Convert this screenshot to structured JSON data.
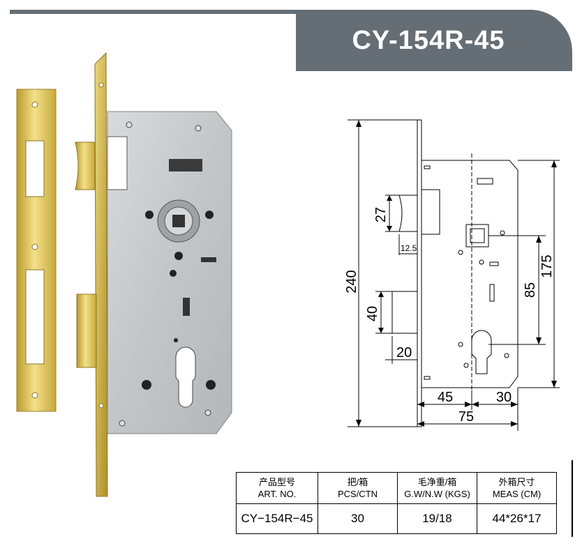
{
  "title": "CY-154R-45",
  "dimensions": {
    "overall_height": "240",
    "latch_height": "27",
    "latch_throw": "12.5",
    "deadbolt_height": "40",
    "deadbolt_throw": "20",
    "center_distance": "85",
    "case_height": "175",
    "backset": "45",
    "front_to_cylinder": "30",
    "case_depth": "75"
  },
  "spec_table": {
    "headers": [
      {
        "cn": "产品型号",
        "en": "ART. NO."
      },
      {
        "cn": "把/箱",
        "en": "PCS/CTN"
      },
      {
        "cn": "毛净重/箱",
        "en": "G.W/N.W (KGS)"
      },
      {
        "cn": "外箱尺寸",
        "en": "MEAS (CM)"
      }
    ],
    "row": [
      "CY−154R−45",
      "30",
      "19/18",
      "44*26*17"
    ]
  },
  "colors": {
    "banner": "#666e75",
    "brass": "#d9c25a",
    "case_steel": "#c9cccd"
  }
}
